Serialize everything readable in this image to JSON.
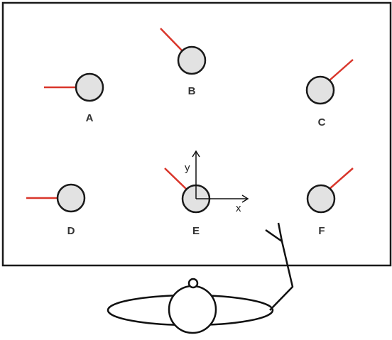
{
  "colors": {
    "background": "#ffffff",
    "frame": "#1a1a1a",
    "circle_fill": "#e2e2e2",
    "circle_stroke": "#1a1a1a",
    "stick": "#d9362b",
    "ink": "#111111"
  },
  "objects": [
    {
      "label": "A",
      "stick_direction": "left"
    },
    {
      "label": "B",
      "stick_direction": "upper-left"
    },
    {
      "label": "C",
      "stick_direction": "upper-right"
    },
    {
      "label": "D",
      "stick_direction": "left"
    },
    {
      "label": "E",
      "stick_direction": "upper-left"
    },
    {
      "label": "F",
      "stick_direction": "upper-right"
    }
  ],
  "axes": {
    "x_label": "x",
    "y_label": "y"
  }
}
